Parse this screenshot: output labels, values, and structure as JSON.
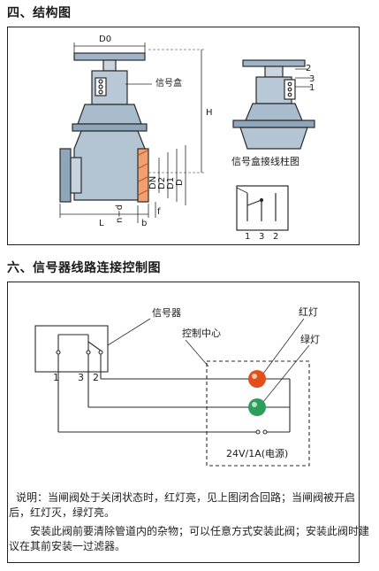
{
  "section4": {
    "heading": "四、结构图",
    "labels": {
      "d0": "D0",
      "signal_box": "信号盒",
      "h": "H",
      "dn": "DN",
      "d2": "D2",
      "d1": "D1",
      "d": "D",
      "l": "L",
      "n_d": "n−d",
      "b": "b",
      "f": "f",
      "terminal_diagram": "信号盒接线柱图",
      "pin_2": "2",
      "pin_3": "3",
      "pin_1": "1",
      "bottom_1": "1",
      "bottom_3": "3",
      "bottom_2": "2"
    }
  },
  "section6": {
    "heading": "六、信号器线路连接控制图",
    "labels": {
      "signaler": "信号器",
      "control_center": "控制中心",
      "red_light": "红灯",
      "green_light": "绿灯",
      "terminal_1": "1",
      "terminal_3": "3",
      "terminal_2": "2",
      "power": "24V/1A(电源)"
    },
    "colors": {
      "red_light": "#e0501a",
      "green_light": "#2e9e5b"
    }
  },
  "notes": {
    "line1": "说明：当闸阀处于关闭状态时，红灯亮，见上图闭合回路；当闸阀被开启后，红灯灭，绿灯亮。",
    "line2": "安装此阀前要清除管道内的杂物；可以任意方式安装此阀；安装此阀时建议在其前安装一过滤器。"
  }
}
